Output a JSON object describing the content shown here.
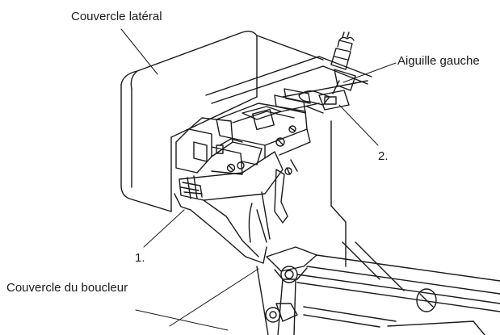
{
  "labels": {
    "side_cover": "Couvercle latéral",
    "left_needle": "Aiguille gauche",
    "looper_cover": "Couvercle du boucleur",
    "callout_1": "1.",
    "callout_2": "2."
  },
  "colors": {
    "ink": "#1a1a1a",
    "background": "#ffffff"
  }
}
